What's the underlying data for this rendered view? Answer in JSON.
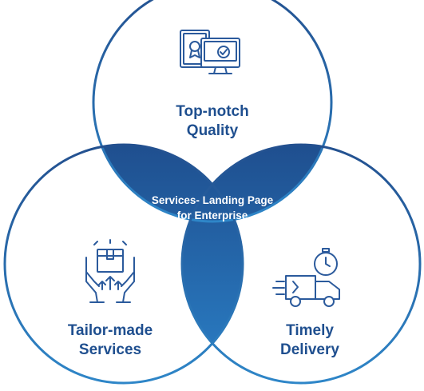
{
  "center": {
    "line1": "Services- Landing Page",
    "line2": "for Enterprise"
  },
  "circles": [
    {
      "id": "top",
      "line1": "Top-notch",
      "line2": "Quality",
      "icon": "certificate-monitor-icon"
    },
    {
      "id": "left",
      "line1": "Tailor-made",
      "line2": "Services",
      "icon": "package-hands-icon"
    },
    {
      "id": "right",
      "line1": "Timely",
      "line2": "Delivery",
      "icon": "delivery-truck-clock-icon"
    }
  ],
  "colors": {
    "label": "#1f4f8f",
    "ring_top": "#23508f",
    "ring_bottom": "#2e86c8",
    "overlap_dark": "#1f4f8f",
    "overlap_light": "#2a79bf",
    "icon_stroke": "#2b5a9c"
  }
}
